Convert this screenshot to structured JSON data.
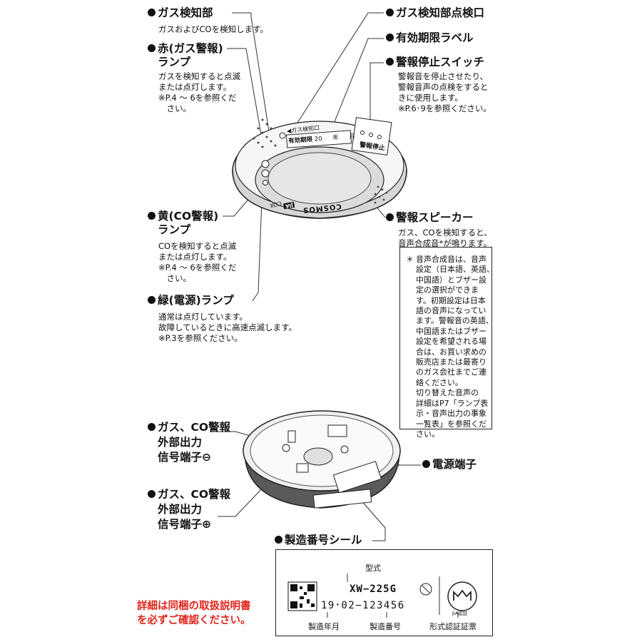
{
  "top": {
    "gas_detector": {
      "title": "ガス検知部",
      "desc": [
        "ガスおよびCOを検知します。"
      ]
    },
    "red_lamp": {
      "title_1": "赤(ガス警報)",
      "title_2": "ランプ",
      "desc": [
        "ガスを検知すると点滅",
        "または点灯します。",
        "※P.4 ～ 6を参照くだ",
        "　さい。"
      ]
    },
    "yellow_lamp": {
      "title_1": "黄(CO警報)",
      "title_2": "ランプ",
      "desc": [
        "COを検知すると点滅",
        "または点灯します。",
        "※P.4 ～ 6を参照くだ",
        "　さい。"
      ]
    },
    "green_lamp": {
      "title": "緑(電源)ランプ",
      "desc": [
        "通常は点灯しています。",
        "故障しているときに高速点滅します。",
        "※P.3を参照ください。"
      ]
    },
    "check_port": {
      "title": "ガス検知部点検口"
    },
    "expiry_label": {
      "title": "有効期限ラベル"
    },
    "stop_switch": {
      "title": "警報停止スイッチ",
      "desc": [
        "警報音を停止させたり、",
        "警報音声の点検をすると",
        "きに使用します。",
        "※P.6･9を参照ください。"
      ]
    },
    "speaker": {
      "title": "警報スピーカー",
      "desc": [
        "ガス、COを検知すると、",
        "音声合成音*が鳴ります。"
      ]
    },
    "note": {
      "mark": "＊",
      "lines": [
        "音声合成音は、音声",
        "設定（日本語、英語、",
        "中国語）とブザー設",
        "定の選択ができま",
        "す。初期設定は日本",
        "語の音声になってい",
        "ます。警報音の英語、",
        "中国語またはブザー",
        "設定を希望される場",
        "合は、お買い求めの",
        "販売店または最寄り",
        "のガス会社までご連",
        "絡ください。",
        "切り替えた音声の",
        "詳細はP7「ランプ表",
        "示・音声出力の事象",
        "一覧表」を参照くだ",
        "さい。"
      ]
    }
  },
  "device_top": {
    "check_port_text": "◀ガス検知口",
    "expiry_text": "有効期限",
    "expiry_year": "20",
    "expiry_nen": "年",
    "expiry_tsuki": "月",
    "stop_text": "警報停止",
    "brand": "COSMOS",
    "jia": "JIA",
    "model_side": "COX"
  },
  "bottom": {
    "output_minus": {
      "l1": "ガス、CO警報",
      "l2": "外部出力",
      "l3": "信号端子",
      "sym": "⊖"
    },
    "output_plus": {
      "l1": "ガス、CO警報",
      "l2": "外部出力",
      "l3": "信号端子",
      "sym": "⊕"
    },
    "power_terminal": {
      "title": "電源端子"
    },
    "serial_seal": {
      "title": "製造番号シール"
    }
  },
  "label": {
    "model_caption": "型式",
    "model": "XW−225G",
    "serial": "19･02−123456",
    "cap_date": "製造年月",
    "cap_serial": "製造番号",
    "cap_cert": "形式認証証票",
    "jia_mark": "JIA認証"
  },
  "footer": {
    "line1": "詳細は同梱の取扱説明書",
    "line2": "を必ずご確認ください。"
  }
}
